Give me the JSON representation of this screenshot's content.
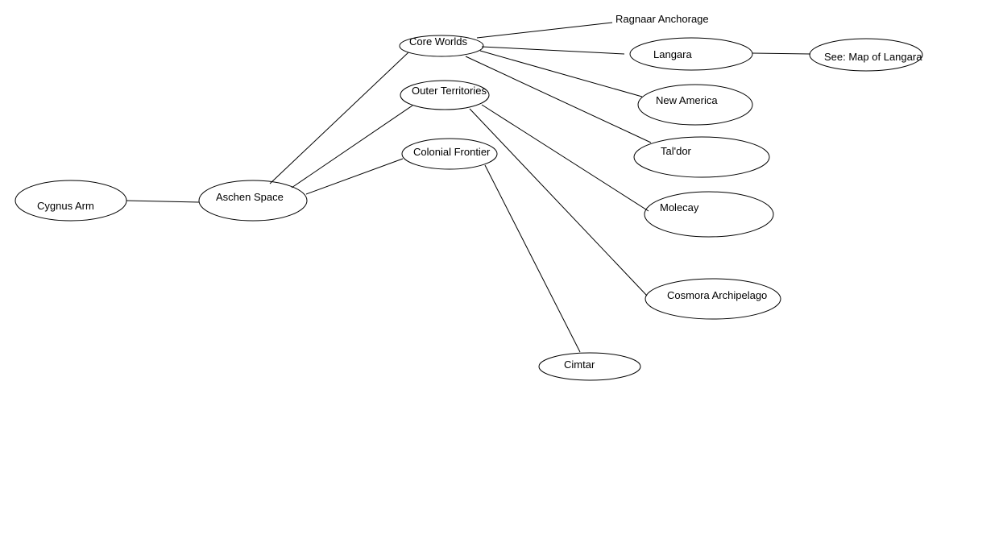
{
  "diagram": {
    "nodes": {
      "cygnus_arm": "Cygnus Arm",
      "aschen_space": "Aschen Space",
      "core_worlds": "Core Worlds",
      "outer_territories": "Outer Territories",
      "colonial_frontier": "Colonial Frontier",
      "ragnaar_anchorage": "Ragnaar Anchorage",
      "langara": "Langara",
      "see_map_of_langara": "See: Map of Langara",
      "new_america": "New America",
      "taldor": "Tal'dor",
      "molecay": "Molecay",
      "cosmora_archipelago": "Cosmora Archipelago",
      "cimtar": "Cimtar"
    },
    "edges": [
      [
        "cygnus_arm",
        "aschen_space"
      ],
      [
        "aschen_space",
        "core_worlds"
      ],
      [
        "aschen_space",
        "outer_territories"
      ],
      [
        "aschen_space",
        "colonial_frontier"
      ],
      [
        "core_worlds",
        "ragnaar_anchorage"
      ],
      [
        "core_worlds",
        "langara"
      ],
      [
        "core_worlds",
        "new_america"
      ],
      [
        "core_worlds",
        "taldor"
      ],
      [
        "langara",
        "see_map_of_langara"
      ],
      [
        "outer_territories",
        "molecay"
      ],
      [
        "outer_territories",
        "cosmora_archipelago"
      ],
      [
        "colonial_frontier",
        "cimtar"
      ]
    ]
  }
}
